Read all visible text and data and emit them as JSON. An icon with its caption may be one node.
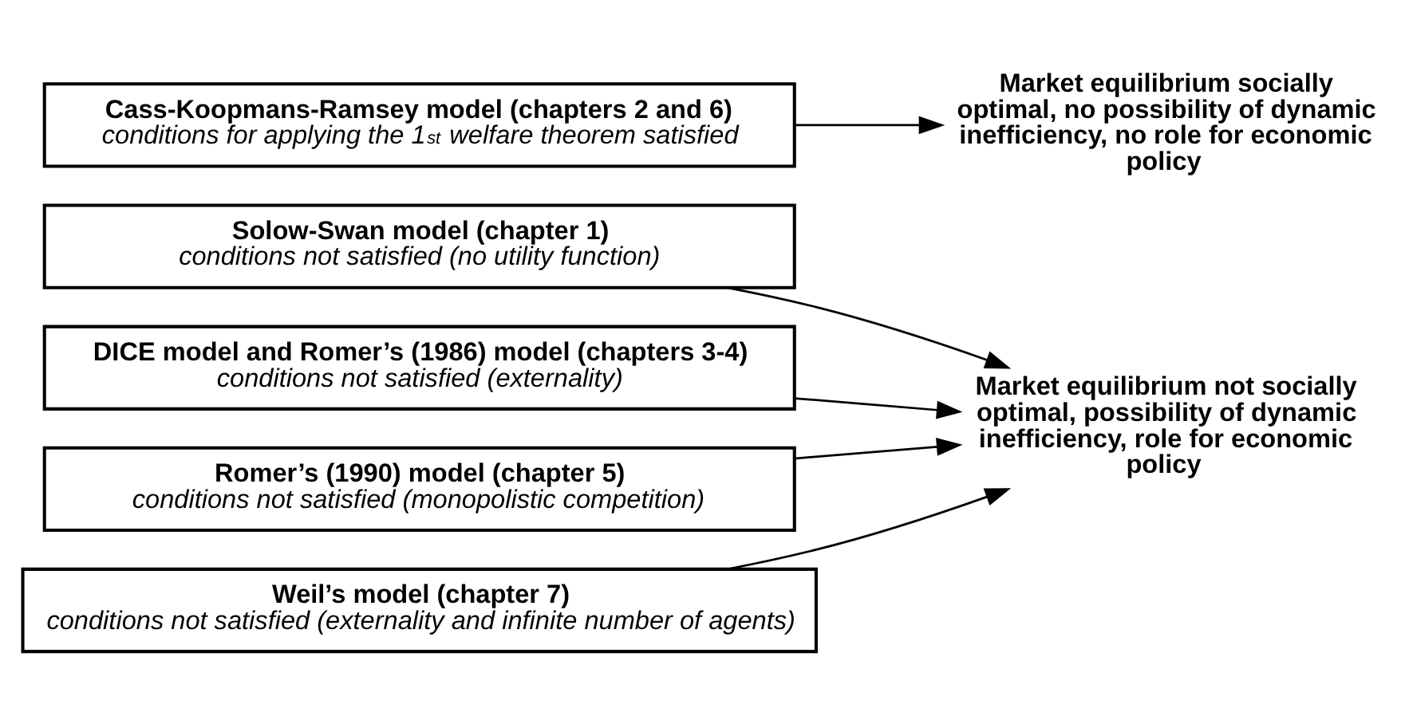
{
  "diagram": {
    "nodes": [
      {
        "text": [
          "Cass-Koopmans-Ramsey model (chapters 2 and 6)",
          "conditions for applying the 1$^{st}$ welfare theorem satisfied"
        ]
      },
      {
        "text": [
          "Market equilibrium socially optimal, no possibility of dynamic inefficiency, no role for economic policy"
        ]
      },
      {
        "text": [
          "Solow-Swan model (chapter 1)",
          "conditions not satisfied (no utility function)"
        ]
      },
      {
        "text": [
          "DICE model and Romer’s (1986) model (chapters 3-4)",
          "conditions not satisfied (externality)"
        ]
      },
      {
        "text": [
          "Romer’s (1990) model (chapter 5)",
          "conditions not satisfied (monopolistic competition)"
        ]
      },
      {
        "text": [
          "Weil’s model (chapter 7)",
          "conditions not satisfied (externality and infinite number of agents)"
        ]
      },
      {
        "text": [
          "Market equilibrium not socially optimal, possibility of dynamic inefficiency, role for economic policy"
        ]
      }
    ],
    "edges": [
      {
        "from": 0,
        "to": 1,
        "arrow": "to"
      },
      {
        "from": 2,
        "to": 6,
        "arrow": "to"
      },
      {
        "from": 3,
        "to": 6,
        "arrow": "to"
      },
      {
        "from": 4,
        "to": 6,
        "arrow": "to"
      },
      {
        "from": 5,
        "to": 6,
        "arrow": "to"
      }
    ]
  }
}
